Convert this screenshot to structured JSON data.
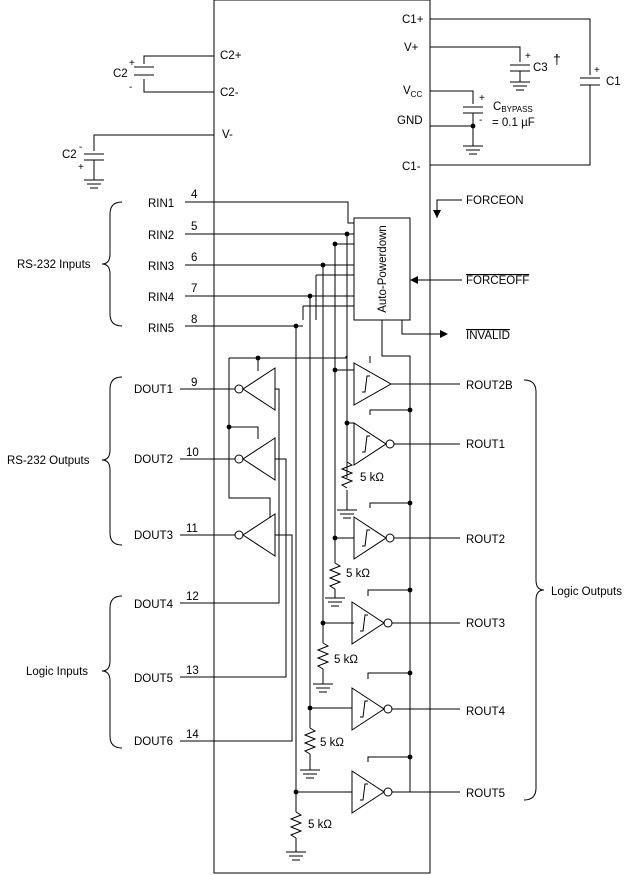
{
  "chip": {
    "block_label": "Auto-Powerdown",
    "left_pins": {
      "c2p": "C2+",
      "c2m": "C2-",
      "vm": "V-",
      "rin": [
        "RIN1",
        "RIN2",
        "RIN3",
        "RIN4",
        "RIN5"
      ],
      "dout": [
        "DOUT1",
        "DOUT2",
        "DOUT3",
        "DOUT4",
        "DOUT5",
        "DOUT6"
      ],
      "pin_numbers": [
        "4",
        "5",
        "6",
        "7",
        "8",
        "9",
        "10",
        "11",
        "12",
        "13",
        "14"
      ]
    },
    "right_pins": {
      "c1p": "C1+",
      "vp": "V+",
      "vcc": "V",
      "vcc_sub": "CC",
      "gnd": "GND",
      "c1m": "C1-",
      "forceon": "FORCEON",
      "forceoff": "FORCEOFF",
      "invalid": "INVALID",
      "rout": [
        "ROUT2B",
        "ROUT1",
        "ROUT2",
        "ROUT3",
        "ROUT4",
        "ROUT5"
      ]
    },
    "resistor_label": "5 kΩ"
  },
  "external": {
    "c1": "C1",
    "c2_top": "C2",
    "c2_bottom": "C2",
    "c3": "C3",
    "dagger": "†",
    "cbypass_c": "C",
    "cbypass_sub": "BYPASS",
    "cbypass_val": "= 0.1 µF",
    "plus": "+",
    "minus": "-"
  },
  "groups": {
    "rs232_inputs": "RS-232 Inputs",
    "rs232_outputs": "RS-232 Outputs",
    "logic_inputs": "Logic Inputs",
    "logic_outputs": "Logic Outputs"
  }
}
